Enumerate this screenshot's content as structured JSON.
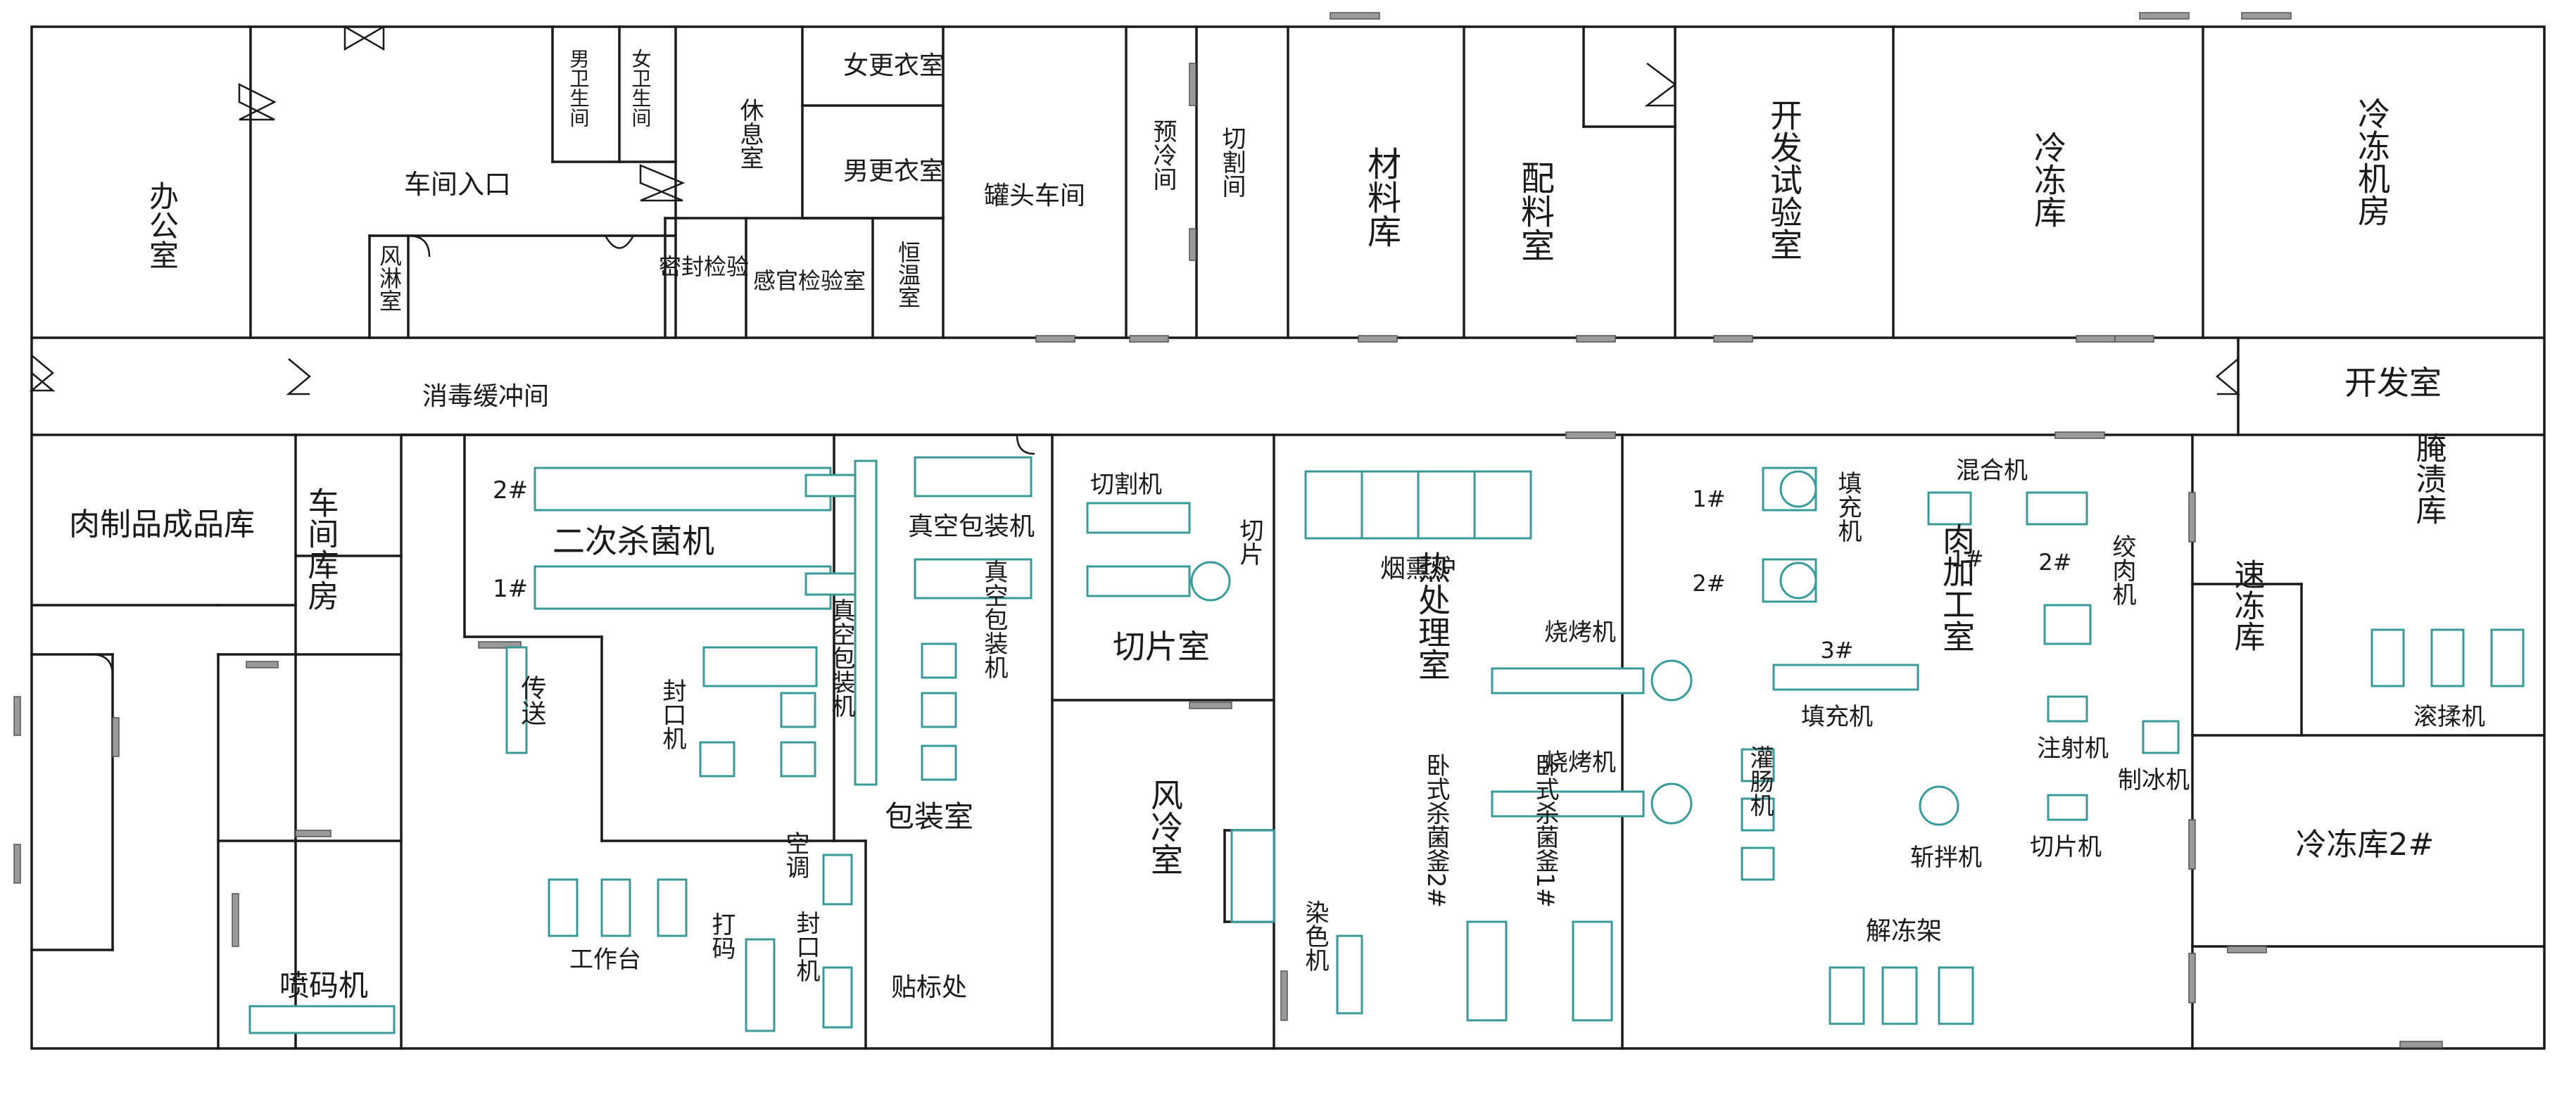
{
  "rooms": {
    "office": "办公室",
    "workshop_entry": "车间入口",
    "mens_wc": "男卫生间",
    "womens_wc": "女卫生间",
    "rest": "休息室",
    "womens_change": "女更衣室",
    "mens_change": "男更衣室",
    "air_shower": "风淋室",
    "seal_test": "密封检验",
    "sensory_test": "感官检验室",
    "constant_temp": "恒温室",
    "can_head": "罐头车间",
    "pre_cool": "预冷间",
    "cutting": "切割间",
    "material_store": "材料库",
    "batching": "配料室",
    "dev_lab": "开发试验室",
    "cold_store": "冷冻库",
    "refrig_machine_room": "冷冻机房",
    "disinfect_buffer": "消毒缓冲间",
    "dev_room": "开发室",
    "finished_store": "肉制品成品库",
    "workshop_store": "车间库房",
    "inkjet_room": "喷码机",
    "sterilizer2": "二次杀菌机",
    "convey": "传送",
    "packing_room": "包装室",
    "vac_pack_1": "真空包装机",
    "vac_pack_2": "真空包装机",
    "vac_pack_3": "真空包装机",
    "sealer_1": "封口机",
    "sealer_2": "封口机",
    "hollow": "空调",
    "print_code": "打码",
    "workbench": "工作台",
    "labeling": "贴标处",
    "slicing_room": "切片室",
    "cutter": "切割机",
    "slice": "切片",
    "air_cooling": "风冷室",
    "smoker": "烟熏炉",
    "heat_room": "热处理室",
    "oven_1": "烧烤机",
    "oven_2": "烧烤机",
    "sterilizer_2": "卧式杀菌釜2#",
    "sterilizer_1": "卧式杀菌釜1#",
    "dye": "染色机",
    "mixer": "混合机",
    "filler": "填充机",
    "meat_room": "肉加工室",
    "grinder": "绞肉机",
    "fill_machine": "填充机",
    "casing": "灌肠机",
    "injector": "注射机",
    "ice_maker": "制冰机",
    "dicer": "斩拌机",
    "slicer": "切片机",
    "thaw_rack": "解冻架",
    "pickling": "腌渍库",
    "tumbler": "滚揉机",
    "quick_freeze": "速冻库",
    "cold_store2": "冷冻库2#"
  },
  "numbers": {
    "n2": "2#",
    "n1": "1#",
    "n3": "3#"
  },
  "colors": {
    "wall": "#1a1a1a",
    "equipment": "#3a9a9a",
    "door": "#9a9a9a"
  }
}
